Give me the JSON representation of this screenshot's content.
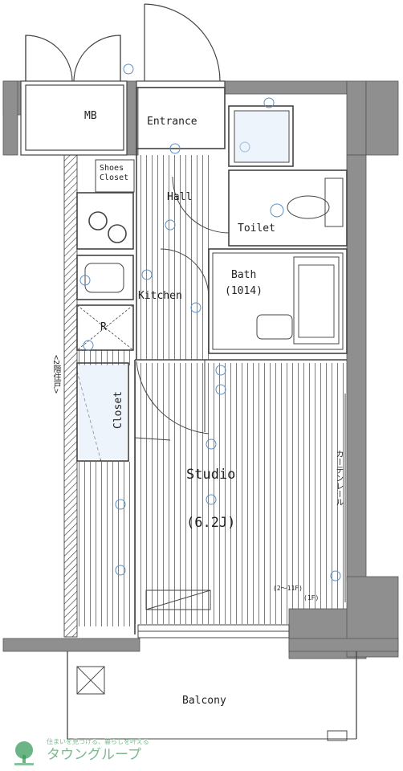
{
  "rooms": {
    "mb": "MB",
    "entrance": "Entrance",
    "shoes_closet_1": "Shoes",
    "shoes_closet_2": "Closet",
    "hall": "Hall",
    "toilet": "Toilet",
    "bath": "Bath",
    "bath_size": "(1014)",
    "kitchen": "Kitchen",
    "refrigerator": "R",
    "closet": "Closet",
    "studio": "Studio",
    "studio_size": "(6.2J)",
    "balcony": "Balcony"
  },
  "notes": {
    "left_wall": "<2階住戸>",
    "curtain_rail": "カーテンレール",
    "ceiling_height_1": "(2～11F)",
    "ceiling_height_2": "(1F)"
  },
  "watermark": {
    "tagline": "住まいを見つける、暮らしを叶える",
    "brand": "タウングループ"
  },
  "colors": {
    "wall": "#8f8f8f",
    "line": "#444444",
    "closet_fill": "#dbeaf7",
    "brand_green": "#3a9b5c"
  }
}
